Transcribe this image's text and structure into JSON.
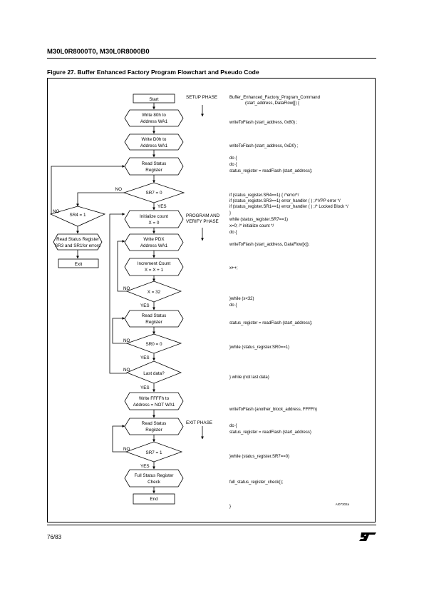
{
  "header": {
    "doc_title": "M30L0R8000T0, M30L0R8000B0"
  },
  "figure": {
    "title": "Figure 27. Buffer Enhanced Factory Program Flowchart and Pseudo Code",
    "code": "AI07302a"
  },
  "phases": {
    "setup": "SETUP PHASE",
    "program_1": "PROGRAM AND",
    "program_2": "VERIFY PHASE",
    "exit": "EXIT PHASE"
  },
  "flowchart": {
    "start": "Start",
    "write_80h_1": "Write 80h to",
    "write_80h_2": "Address WA1",
    "write_d0h_1": "Write D0h to",
    "write_d0h_2": "Address WA1",
    "read_status_1a": "Read Status",
    "read_status_1b": "Register",
    "sr7_0": "SR7 = 0",
    "sr4_1": "SR4 = 1",
    "read_sr_err_1": "Read Status Register",
    "read_sr_err_2": "SR3 and SR1for errors",
    "exit": "Exit",
    "init_count_1": "Initialize count",
    "init_count_2": "X = 0",
    "write_pdx_1": "Write PDX",
    "write_pdx_2": "Address WA1",
    "increment_1": "Increment Count",
    "increment_2": "X = X + 1",
    "x_32": "X = 32",
    "read_status_2a": "Read Status",
    "read_status_2b": "Register",
    "sr0_0": "SR0 = 0",
    "last_data": "Last data?",
    "write_ffff_1": "Write FFFFh to",
    "write_ffff_2": "Address = NOT WA1",
    "read_status_3a": "Read Status",
    "read_status_3b": "Register",
    "sr7_1": "SR7 = 1",
    "full_status_1": "Full Status Register",
    "full_status_2": "Check",
    "end": "End",
    "no": "NO",
    "yes": "YES"
  },
  "pseudo_code": {
    "l01": "Buffer_Enhanced_Factory_Program_Command",
    "l02": "(start_address, DataFlow[]) {",
    "l03": "writeToFlash (start_address, 0x80) ;",
    "l04": "writeToFlash (start_address, 0xD0) ;",
    "l05": "do {",
    "l06": "do {",
    "l07": "status_register = readFlash (start_address);",
    "l08": "if (status_register.SR4==1) { /*error*/",
    "l09": "if (status_register.SR3==1) error_handler ( ) ;/*VPP error */",
    "l10": "if (status_register.SR1==1) error_handler ( ) ;/* Locked Block */",
    "l11": "}",
    "l12": "while (status_register.SR7==1)",
    "l13": "x=0; /* initialize count */",
    "l14": "do {",
    "l15": "writeToFlash (start_address, DataFlow[x]);",
    "l16": "x++;",
    "l17": "}while (x<32)",
    "l18": "do {",
    "l19": "status_register = readFlash (start_address);",
    "l20": "}while (status_register.SR0==1)",
    "l21": "} while (not last data)",
    "l22": "writeToFlash (another_block_address, FFFFh)",
    "l23": "do {",
    "l24": "status_register = readFlash (start_address)",
    "l25": "}while (status_register.SR7==0)",
    "l26": "full_status_register_check();",
    "l27": "}"
  },
  "footer": {
    "page": "76/83",
    "logo": "ST"
  }
}
